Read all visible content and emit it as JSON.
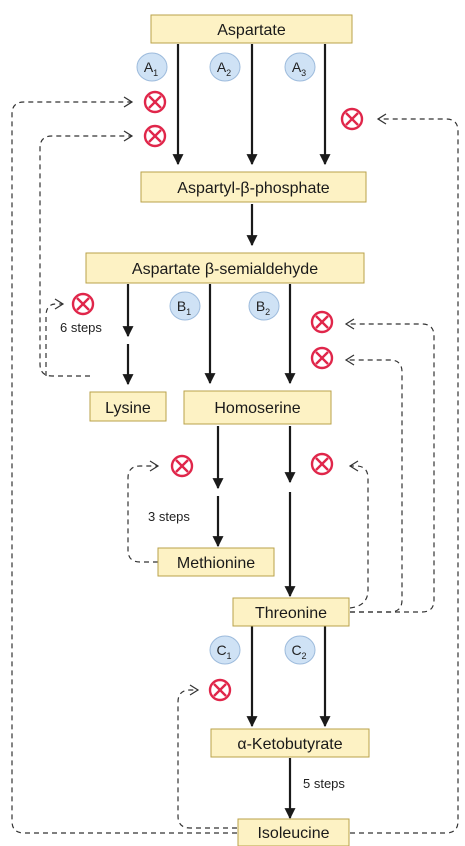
{
  "compounds": {
    "aspartate": "Aspartate",
    "aspartyl_phosphate": "Aspartyl-β-phosphate",
    "semialdehyde": "Aspartate β-semialdehyde",
    "lysine": "Lysine",
    "homoserine": "Homoserine",
    "methionine": "Methionine",
    "threonine": "Threonine",
    "ketobutyrate": "α-Ketobutyrate",
    "isoleucine": "Isoleucine"
  },
  "enzymes": {
    "a1": {
      "letter": "A",
      "sub": "1"
    },
    "a2": {
      "letter": "A",
      "sub": "2"
    },
    "a3": {
      "letter": "A",
      "sub": "3"
    },
    "b1": {
      "letter": "B",
      "sub": "1"
    },
    "b2": {
      "letter": "B",
      "sub": "2"
    },
    "c1": {
      "letter": "C",
      "sub": "1"
    },
    "c2": {
      "letter": "C",
      "sub": "2"
    }
  },
  "steps": {
    "lysine": "6 steps",
    "methionine": "3 steps",
    "isoleucine": "5 steps"
  },
  "colors": {
    "box_fill": "#fdf2c4",
    "enzyme_fill": "#cfe2f5",
    "inhibition": "#e0264a"
  }
}
